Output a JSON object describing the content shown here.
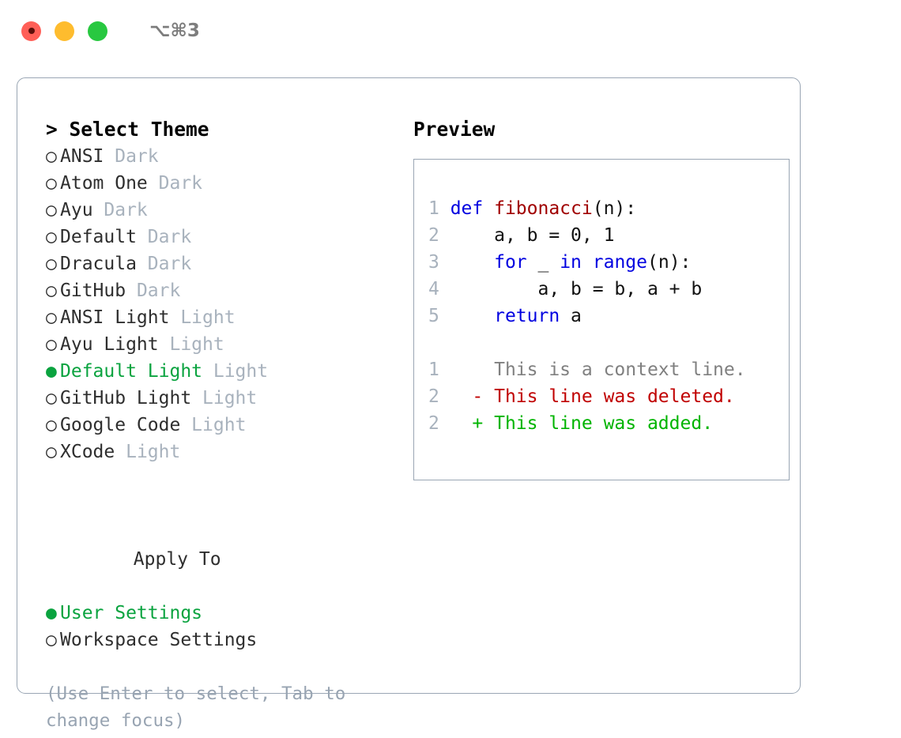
{
  "titlebar": {
    "lights": [
      {
        "name": "close-button",
        "color": "#ff5f57"
      },
      {
        "name": "minimize-button",
        "color": "#febc2e"
      },
      {
        "name": "zoom-button",
        "color": "#28c840"
      }
    ],
    "shortcut": "⌥⌘3"
  },
  "theme_panel": {
    "header": "> Select Theme",
    "markers": {
      "selected": "●",
      "unselected": "○"
    },
    "items": [
      {
        "marker": "○",
        "label": "ANSI",
        "suffix": "Dark",
        "selected": false
      },
      {
        "marker": "○",
        "label": "Atom One",
        "suffix": "Dark",
        "selected": false
      },
      {
        "marker": "○",
        "label": "Ayu",
        "suffix": "Dark",
        "selected": false
      },
      {
        "marker": "○",
        "label": "Default",
        "suffix": "Dark",
        "selected": false
      },
      {
        "marker": "○",
        "label": "Dracula",
        "suffix": "Dark",
        "selected": false
      },
      {
        "marker": "○",
        "label": "GitHub",
        "suffix": "Dark",
        "selected": false
      },
      {
        "marker": "○",
        "label": "ANSI Light",
        "suffix": "Light",
        "selected": false
      },
      {
        "marker": "○",
        "label": "Ayu Light",
        "suffix": "Light",
        "selected": false
      },
      {
        "marker": "●",
        "label": "Default Light",
        "suffix": "Light",
        "selected": true
      },
      {
        "marker": "○",
        "label": "GitHub Light",
        "suffix": "Light",
        "selected": false
      },
      {
        "marker": "○",
        "label": "Google Code",
        "suffix": "Light",
        "selected": false
      },
      {
        "marker": "○",
        "label": "XCode",
        "suffix": "Light",
        "selected": false
      }
    ],
    "apply_to": {
      "title": "Apply To",
      "items": [
        {
          "marker": "●",
          "label": "User Settings",
          "selected": true
        },
        {
          "marker": "○",
          "label": "Workspace Settings",
          "selected": false
        }
      ]
    },
    "hint": "(Use Enter to select, Tab to change focus)"
  },
  "preview": {
    "title": "Preview",
    "code": [
      {
        "lineno": "1",
        "segments": [
          {
            "text": "def ",
            "style": "kw"
          },
          {
            "text": "fibonacci",
            "style": "fn"
          },
          {
            "text": "(n):",
            "style": "plain"
          }
        ]
      },
      {
        "lineno": "2",
        "segments": [
          {
            "text": "    a, b = 0, 1",
            "style": "plain"
          }
        ]
      },
      {
        "lineno": "3",
        "segments": [
          {
            "text": "    ",
            "style": "plain"
          },
          {
            "text": "for",
            "style": "kw"
          },
          {
            "text": " _ ",
            "style": "plain"
          },
          {
            "text": "in",
            "style": "kw"
          },
          {
            "text": " ",
            "style": "plain"
          },
          {
            "text": "range",
            "style": "kw"
          },
          {
            "text": "(n):",
            "style": "plain"
          }
        ]
      },
      {
        "lineno": "4",
        "segments": [
          {
            "text": "        a, b = b, a + b",
            "style": "plain"
          }
        ]
      },
      {
        "lineno": "5",
        "segments": [
          {
            "text": "    ",
            "style": "plain"
          },
          {
            "text": "return",
            "style": "kw"
          },
          {
            "text": " a",
            "style": "plain"
          }
        ]
      }
    ],
    "diff": [
      {
        "lineno": "1",
        "marker": " ",
        "text": "This is a context line.",
        "kind": "context"
      },
      {
        "lineno": "2",
        "marker": "-",
        "text": "This line was deleted.",
        "kind": "deleted"
      },
      {
        "lineno": "2",
        "marker": "+",
        "text": "This line was added.",
        "kind": "added"
      }
    ]
  },
  "colors": {
    "accent_green": "#0aa33f",
    "muted_gray": "#a8b2bd",
    "keyword_blue": "#0000e0",
    "function_red": "#a00000",
    "diff_added": "#00b400",
    "diff_deleted": "#c00000",
    "border": "#9aa6b4"
  }
}
